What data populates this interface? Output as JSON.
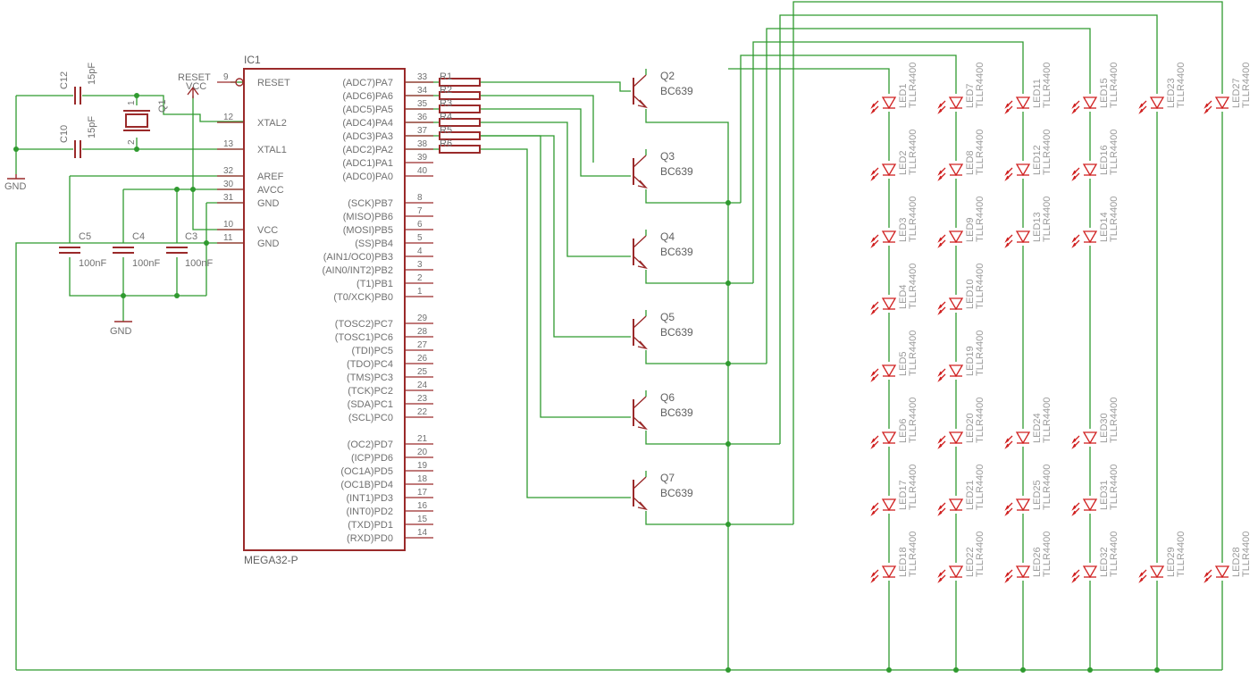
{
  "chip": {
    "ref": "IC1",
    "part": "MEGA32-P",
    "left_pins": [
      {
        "num": "9",
        "name": "RESET"
      },
      {
        "num": "12",
        "name": "XTAL2"
      },
      {
        "num": "13",
        "name": "XTAL1"
      },
      {
        "num": "32",
        "name": "AREF"
      },
      {
        "num": "30",
        "name": "AVCC"
      },
      {
        "num": "31",
        "name": "GND"
      },
      {
        "num": "10",
        "name": "VCC"
      },
      {
        "num": "11",
        "name": "GND"
      }
    ],
    "right_pins": [
      {
        "num": "33",
        "name": "(ADC7)PA7"
      },
      {
        "num": "34",
        "name": "(ADC6)PA6"
      },
      {
        "num": "35",
        "name": "(ADC5)PA5"
      },
      {
        "num": "36",
        "name": "(ADC4)PA4"
      },
      {
        "num": "37",
        "name": "(ADC3)PA3"
      },
      {
        "num": "38",
        "name": "(ADC2)PA2"
      },
      {
        "num": "39",
        "name": "(ADC1)PA1"
      },
      {
        "num": "40",
        "name": "(ADC0)PA0"
      },
      {
        "num": "8",
        "name": "(SCK)PB7"
      },
      {
        "num": "7",
        "name": "(MISO)PB6"
      },
      {
        "num": "6",
        "name": "(MOSI)PB5"
      },
      {
        "num": "5",
        "name": "(SS)PB4"
      },
      {
        "num": "4",
        "name": "(AIN1/OC0)PB3"
      },
      {
        "num": "3",
        "name": "(AIN0/INT2)PB2"
      },
      {
        "num": "2",
        "name": "(T1)PB1"
      },
      {
        "num": "1",
        "name": "(T0/XCK)PB0"
      },
      {
        "num": "29",
        "name": "(TOSC2)PC7"
      },
      {
        "num": "28",
        "name": "(TOSC1)PC6"
      },
      {
        "num": "27",
        "name": "(TDI)PC5"
      },
      {
        "num": "26",
        "name": "(TDO)PC4"
      },
      {
        "num": "25",
        "name": "(TMS)PC3"
      },
      {
        "num": "24",
        "name": "(TCK)PC2"
      },
      {
        "num": "23",
        "name": "(SDA)PC1"
      },
      {
        "num": "22",
        "name": "(SCL)PC0"
      },
      {
        "num": "21",
        "name": "(OC2)PD7"
      },
      {
        "num": "20",
        "name": "(ICP)PD6"
      },
      {
        "num": "19",
        "name": "(OC1A)PD5"
      },
      {
        "num": "18",
        "name": "(OC1B)PD4"
      },
      {
        "num": "17",
        "name": "(INT1)PD3"
      },
      {
        "num": "16",
        "name": "(INT0)PD2"
      },
      {
        "num": "15",
        "name": "(TXD)PD1"
      },
      {
        "num": "14",
        "name": "(RXD)PD0"
      }
    ]
  },
  "labels": {
    "reset_net": "RESET",
    "vcc": "VCC",
    "gnd1": "GND",
    "gnd2": "GND"
  },
  "passives": {
    "c12": {
      "ref": "C12",
      "value": "15pF"
    },
    "c10": {
      "ref": "C10",
      "value": "15pF"
    },
    "q1": {
      "ref": "Q1",
      "pin1": "1",
      "pin2": "2"
    },
    "c5": {
      "ref": "C5",
      "value": "100nF"
    },
    "c4": {
      "ref": "C4",
      "value": "100nF"
    },
    "c3": {
      "ref": "C3",
      "value": "100nF"
    }
  },
  "resistors": [
    "R1",
    "R2",
    "R3",
    "R4",
    "R5",
    "R6"
  ],
  "transistors": [
    {
      "ref": "Q2",
      "part": "BC639"
    },
    {
      "ref": "Q3",
      "part": "BC639"
    },
    {
      "ref": "Q4",
      "part": "BC639"
    },
    {
      "ref": "Q5",
      "part": "BC639"
    },
    {
      "ref": "Q6",
      "part": "BC639"
    },
    {
      "ref": "Q7",
      "part": "BC639"
    }
  ],
  "led_part": "TLLR4400",
  "led_columns": [
    [
      "LED1",
      "LED2",
      "LED3",
      "LED4",
      "LED5",
      "LED6",
      "LED17",
      "LED18"
    ],
    [
      "LED7",
      "LED8",
      "LED9",
      "LED10",
      "LED19",
      "LED20",
      "LED21",
      "LED22"
    ],
    [
      "LED11",
      "LED12",
      "LED13",
      "",
      "",
      "LED24",
      "LED25",
      "LED26"
    ],
    [
      "LED15",
      "LED16",
      "LED14",
      "",
      "",
      "LED30",
      "LED31",
      "LED32"
    ],
    [
      "LED23",
      "",
      "",
      "",
      "",
      "",
      "",
      "LED29"
    ],
    [
      "LED27",
      "",
      "",
      "",
      "",
      "",
      "",
      "LED28"
    ]
  ]
}
